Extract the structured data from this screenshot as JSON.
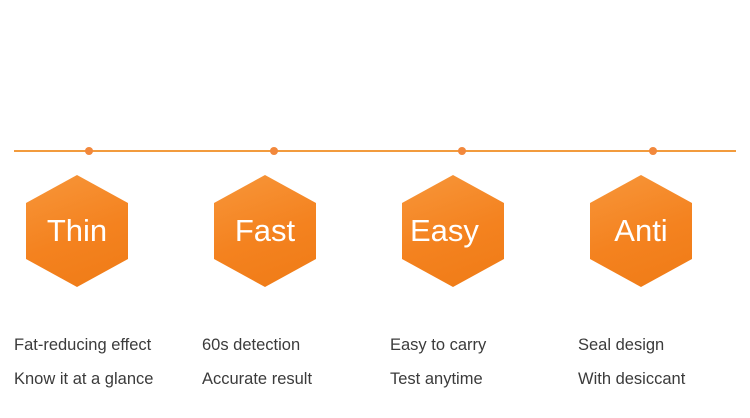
{
  "theme": {
    "background": "#ffffff",
    "accent": "#f2883c",
    "line": "#f29b3d",
    "hex_fill_light": "#f7963a",
    "hex_fill_dark": "#ef7b16",
    "text": "#3b3b3b",
    "hex_text": "#ffffff"
  },
  "timeline": {
    "dots": 4
  },
  "features": [
    {
      "badge": "Thin",
      "lines": [
        "Fat-reducing effect",
        "Know it at a glance"
      ]
    },
    {
      "badge": "Fast",
      "lines": [
        "60s detection",
        "Accurate result"
      ]
    },
    {
      "badge": "Easy",
      "lines": [
        "Easy to carry",
        "Test anytime"
      ]
    },
    {
      "badge": "Anti",
      "lines": [
        "Seal design",
        "With desiccant"
      ]
    }
  ]
}
